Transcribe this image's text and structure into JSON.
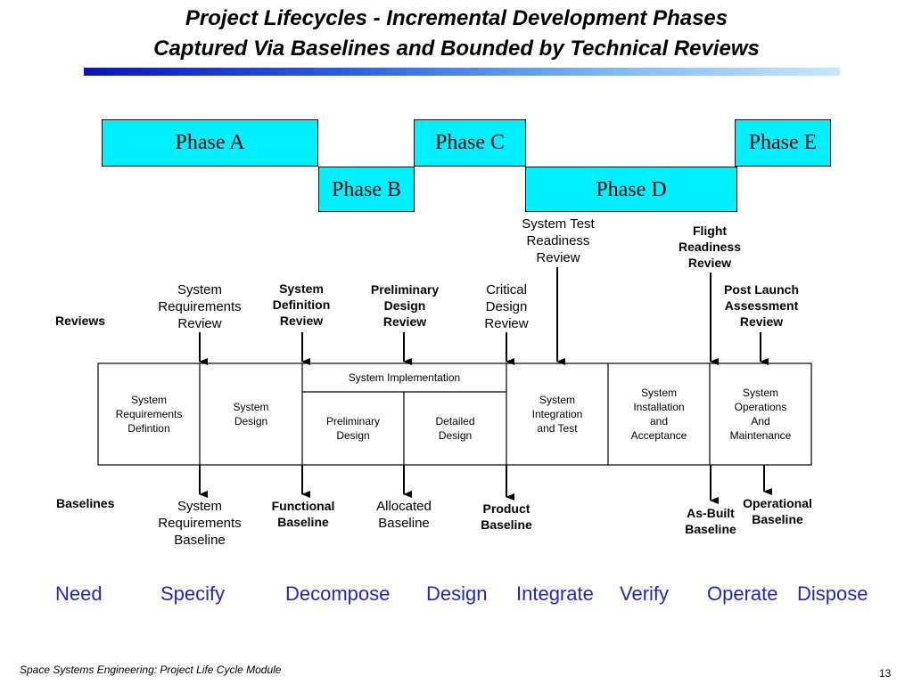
{
  "title": {
    "line1": "Project Lifecycles - Incremental Development Phases",
    "line2": "Captured Via Baselines and Bounded by Technical Reviews"
  },
  "phases": {
    "a": "Phase A",
    "b": "Phase B",
    "c": "Phase C",
    "d": "Phase D",
    "e": "Phase E"
  },
  "side_labels": {
    "reviews": "Reviews",
    "baselines": "Baselines"
  },
  "reviews": {
    "srr": "System\nRequirements\nReview",
    "sdr": "System\nDefinition\nReview",
    "pdr": "Preliminary\nDesign\nReview",
    "cdr": "Critical\nDesign\nReview",
    "str": "System Test\nReadiness\nReview",
    "frr": "Flight\nReadiness\nReview",
    "plar": "Post Launch\nAssessment\nReview"
  },
  "activities": {
    "sys_req_def": "System\nRequirements\nDefintion",
    "sys_design": "System\nDesign",
    "sys_impl": "System Implementation",
    "prelim_design": "Preliminary\nDesign",
    "detailed_design": "Detailed\nDesign",
    "integration": "System\nIntegration\nand Test",
    "installation": "System\nInstallation\nand\nAcceptance",
    "operations": "System\nOperations\nAnd\nMaintenance"
  },
  "baselines": {
    "srb": "System\nRequirements\nBaseline",
    "functional": "Functional\nBaseline",
    "allocated": "Allocated\nBaseline",
    "product": "Product\nBaseline",
    "as_built": "As-Built\nBaseline",
    "operational": "Operational\nBaseline"
  },
  "process_words": {
    "need": "Need",
    "specify": "Specify",
    "decompose": "Decompose",
    "design": "Design",
    "integrate": "Integrate",
    "verify": "Verify",
    "operate": "Operate",
    "dispose": "Dispose"
  },
  "footer": {
    "text": "Space Systems Engineering: Project Life Cycle Module",
    "page": "13"
  },
  "colors": {
    "phase_fill": "#00f0ff",
    "process_words": "#2323c8",
    "title_bar_start": "#0a14b4",
    "title_bar_end": "#c7e6ff"
  }
}
